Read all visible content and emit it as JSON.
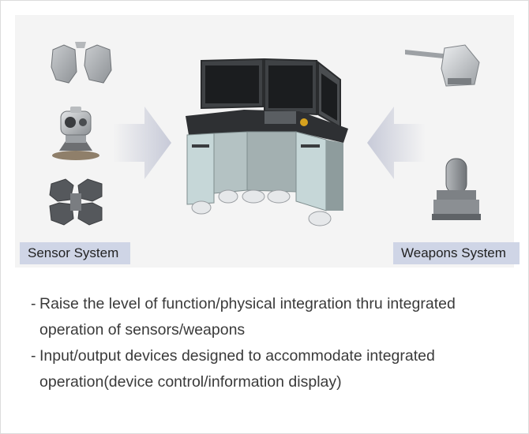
{
  "labels": {
    "sensor_system": "Sensor System",
    "weapons_system": "Weapons System"
  },
  "bullets": [
    {
      "dash": "-",
      "lines": [
        "Raise the level of function/physical integration thru integrated",
        "operation of sensors/weapons"
      ]
    },
    {
      "dash": "-",
      "lines": [
        "Input/output devices designed to accommodate integrated",
        "operation(device control/information display)"
      ]
    }
  ],
  "icons": {
    "sensors": [
      "radar-panel-icon",
      "camera-turret-icon",
      "radar-array-icon"
    ],
    "console": "combat-console-icon",
    "weapons": [
      "naval-gun-icon",
      "ciws-gun-icon"
    ],
    "arrows": [
      "arrow-right-icon",
      "arrow-left-icon"
    ]
  },
  "colors": {
    "label_background": "#cfd5e6",
    "panel_background": "#f4f4f4",
    "arrow": "#c7cad8",
    "console_body": "#c6d7d8",
    "console_top": "#2e3033"
  }
}
